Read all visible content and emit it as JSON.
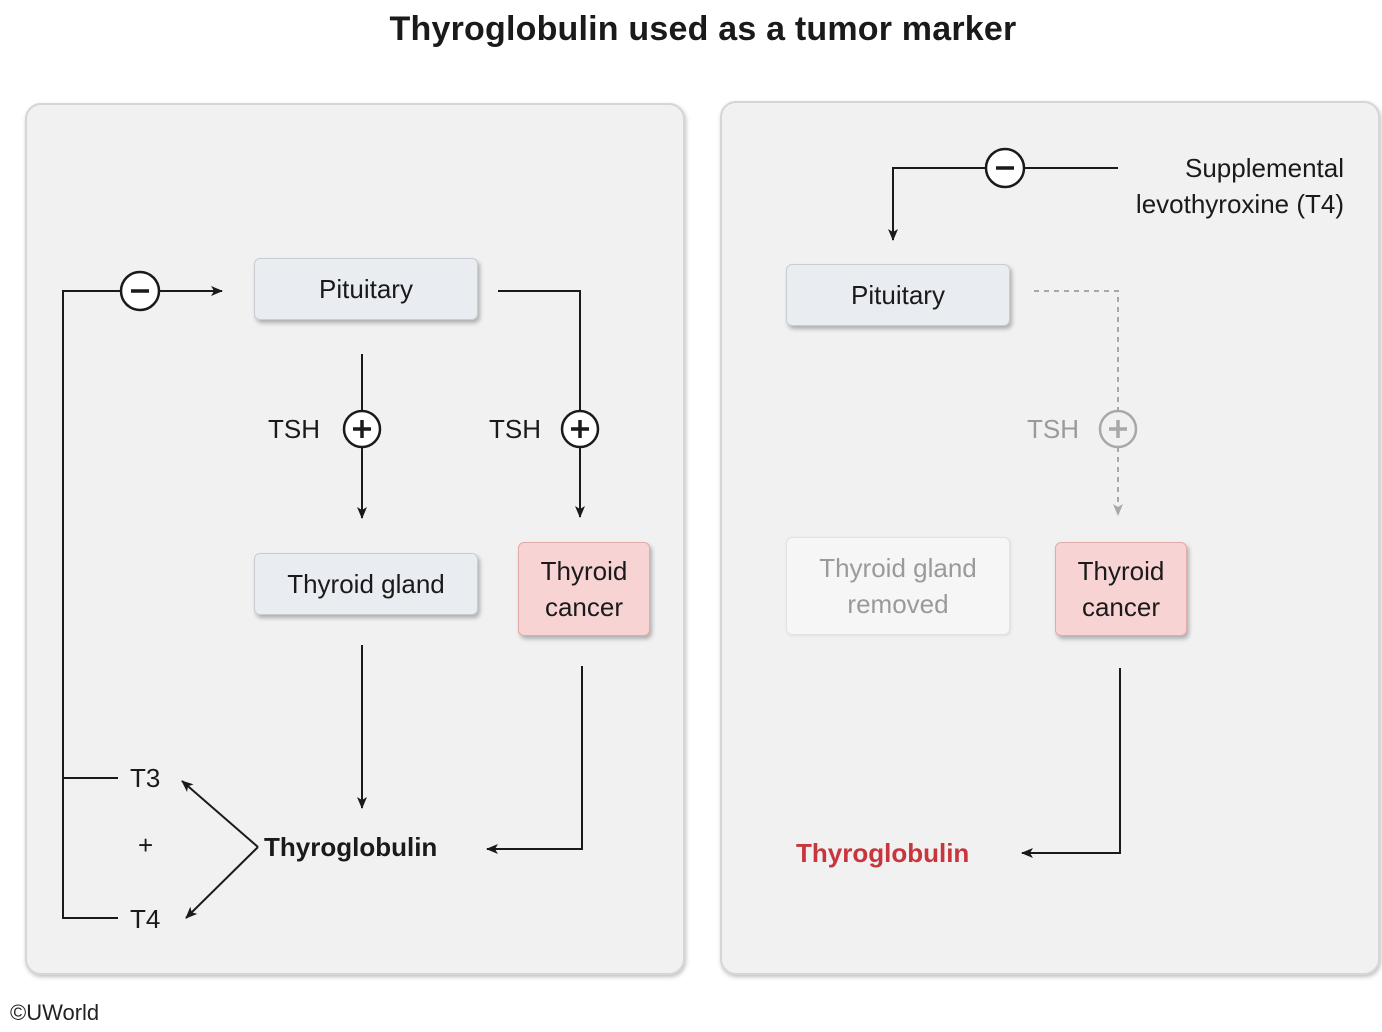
{
  "title": "Thyroglobulin used as a tumor marker",
  "left_panel": {
    "pituitary": "Pituitary",
    "tsh_gland": "TSH",
    "tsh_cancer": "TSH",
    "thyroid_gland": "Thyroid gland",
    "thyroid_cancer": [
      "Thyroid",
      "cancer"
    ],
    "t3": "T3",
    "plus": "+",
    "t4": "T4",
    "thyroglobulin": "Thyroglobulin"
  },
  "right_panel": {
    "supplement": [
      "Supplemental",
      "levothyroxine (T4)"
    ],
    "pituitary": "Pituitary",
    "tsh": "TSH",
    "thyroid_removed": [
      "Thyroid gland",
      "removed"
    ],
    "thyroid_cancer": [
      "Thyroid",
      "cancer"
    ],
    "thyroglobulin": "Thyroglobulin"
  },
  "credit": "©UWorld",
  "colors": {
    "panel_bg": "#f1f1f1",
    "box_gray": "#e9ecf0",
    "box_pink": "#f8d3d3",
    "thyroglobulin_red": "#c8353c",
    "muted": "#9a9a9a"
  },
  "icons": [
    "minus-circle-icon",
    "plus-circle-icon",
    "arrow-icon"
  ]
}
